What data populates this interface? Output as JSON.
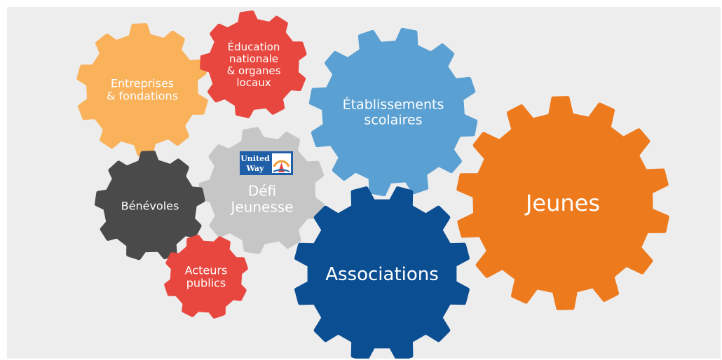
{
  "diagram": {
    "background_color": "#ededed",
    "gears": [
      {
        "id": "entreprises",
        "lines": [
          "Entreprises",
          "& fondations"
        ],
        "color": "#f9b25a"
      },
      {
        "id": "education",
        "lines": [
          "Éducation",
          "nationale",
          "& organes",
          "locaux"
        ],
        "color": "#e8473f"
      },
      {
        "id": "etablissements",
        "lines": [
          "Établissements",
          "scolaires"
        ],
        "color": "#5aa0d3"
      },
      {
        "id": "defi",
        "lines": [
          "Défi",
          "Jeunesse"
        ],
        "color": "#c6c6c6"
      },
      {
        "id": "benevoles",
        "lines": [
          "Bénévoles"
        ],
        "color": "#4a4a4a"
      },
      {
        "id": "acteurs",
        "lines": [
          "Acteurs",
          "publics"
        ],
        "color": "#e8473f"
      },
      {
        "id": "associations",
        "lines": [
          "Associations"
        ],
        "color": "#0b4f92"
      },
      {
        "id": "jeunes",
        "lines": [
          "Jeunes"
        ],
        "color": "#ee7a1e"
      }
    ],
    "logo": {
      "text_line1": "United",
      "text_line2": "Way",
      "color": "#1f5fa8",
      "accent": "#f39c2f"
    }
  }
}
